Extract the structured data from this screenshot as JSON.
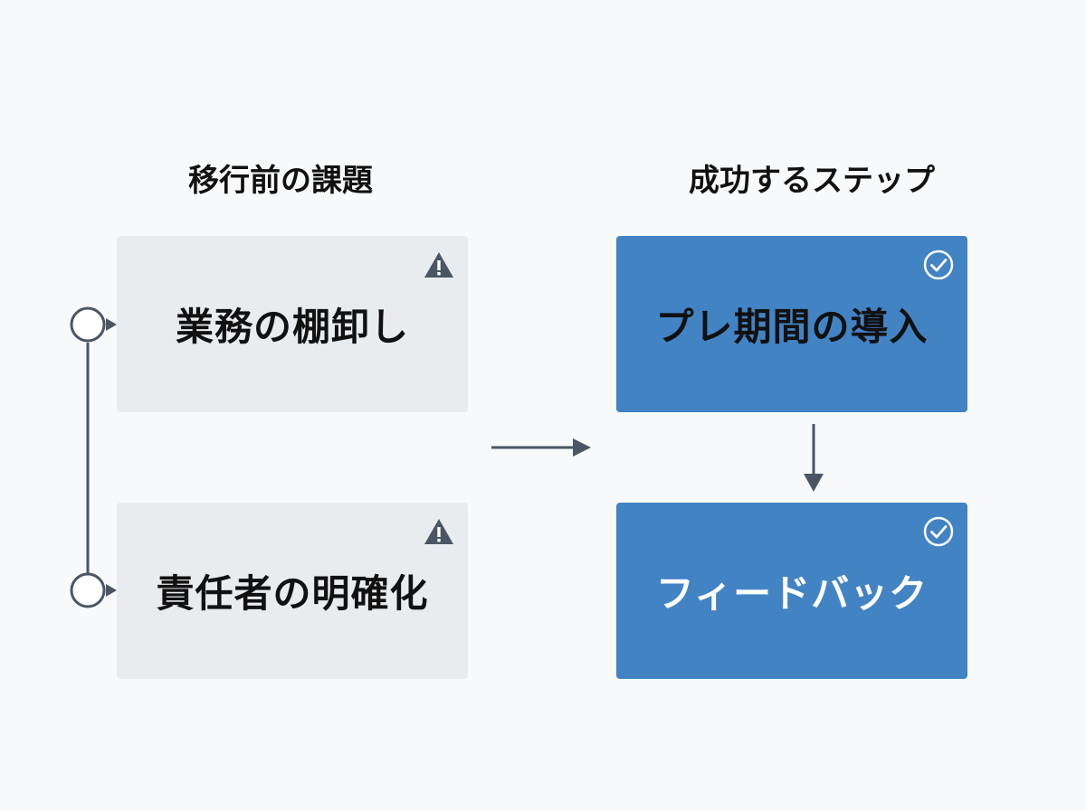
{
  "challenges": {
    "title": "移行前の課題",
    "items": [
      {
        "label": "業務の棚卸し",
        "icon": "warning-icon"
      },
      {
        "label": "責任者の明確化",
        "icon": "warning-icon"
      }
    ]
  },
  "steps": {
    "title": "成功するステップ",
    "items": [
      {
        "label": "プレ期間の導入",
        "icon": "check-circle-icon"
      },
      {
        "label": "フィードバック",
        "icon": "check-circle-icon"
      }
    ]
  },
  "colors": {
    "background": "#f8f9fa",
    "challenge_card": "#e9ecef",
    "step_card": "#4283c4",
    "connector": "#4a5663"
  }
}
